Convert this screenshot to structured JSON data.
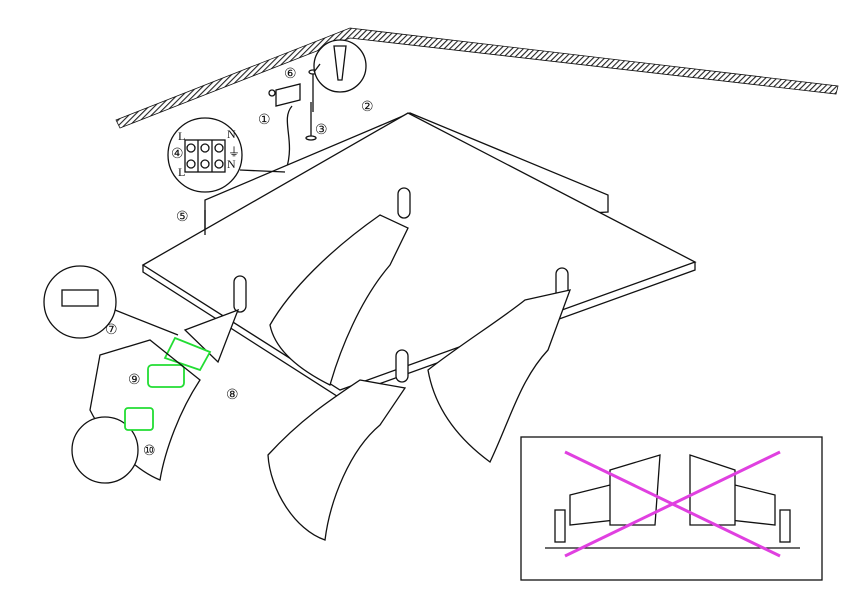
{
  "steps": {
    "s1": "①",
    "s2": "②",
    "s3": "③",
    "s4": "④",
    "s5": "⑤",
    "s6": "⑥",
    "s7": "⑦",
    "s8": "⑧",
    "s9": "⑨",
    "s10": "⑩"
  },
  "terminal": {
    "live": "L",
    "neutral": "N",
    "ground": "⏚"
  },
  "colors": {
    "highlight": "#22dd33",
    "prohibited": "#e040e0"
  }
}
